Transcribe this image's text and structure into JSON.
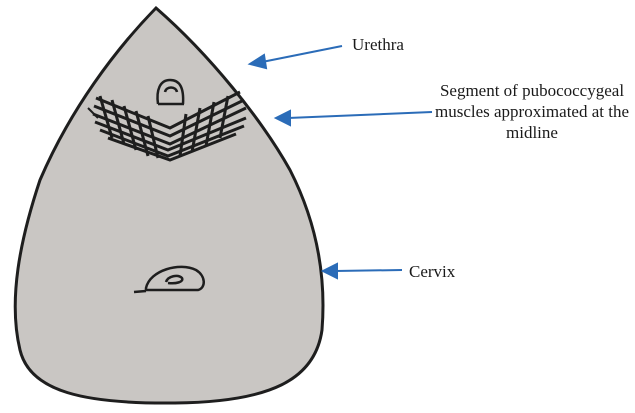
{
  "labels": {
    "urethra": "Urethra",
    "pubococcygeal": "Segment of pubococcygeal muscles approximated at the midline",
    "cervix": "Cervix"
  },
  "colors": {
    "paper": "#c9c6c3",
    "ink": "#1e1e1e",
    "arrow": "#2b6cb8"
  }
}
